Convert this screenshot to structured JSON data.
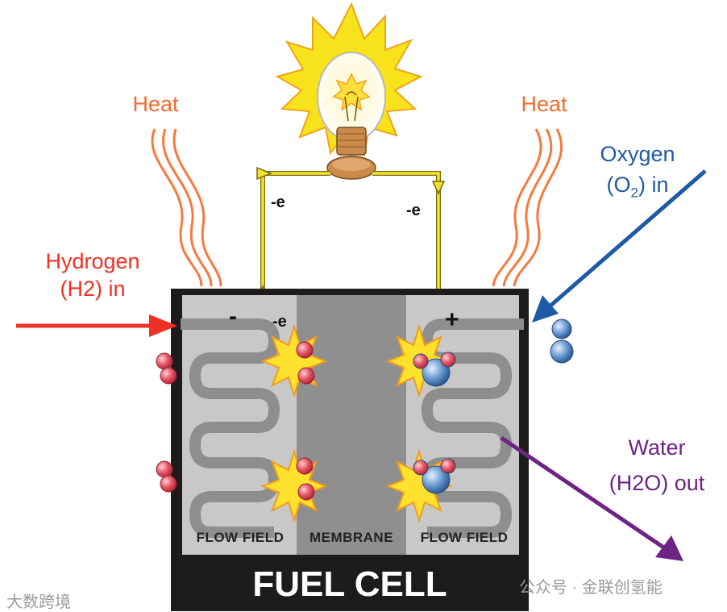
{
  "labels": {
    "heat_left": "Heat",
    "heat_right": "Heat",
    "hydrogen_line1": "Hydrogen",
    "hydrogen_line2": "(H2) in",
    "oxygen_line1": "Oxygen",
    "oxygen_line2_prefix": "(O",
    "oxygen_line2_sub": "2",
    "oxygen_line2_suffix": ") in",
    "water_line1": "Water",
    "water_line2": "(H2O) out",
    "electron_left": "-e",
    "electron_right": "-e",
    "electron_anode": "-e",
    "minus_sign": "-",
    "plus_sign": "+",
    "flow_field_left": "FLOW FIELD",
    "membrane": "MEMBRANE",
    "flow_field_right": "FLOW FIELD",
    "title": "FUEL CELL"
  },
  "watermarks": {
    "bottom_left": "大数跨境",
    "bottom_right": "公众号 · 金联创氢能"
  },
  "colors": {
    "hydrogen": "#ee3124",
    "oxygen": "#1f5aa6",
    "water": "#6e2385",
    "heat": "#f26a2c",
    "wire": "#f2e234",
    "cell_body": "#1e1b1b"
  }
}
